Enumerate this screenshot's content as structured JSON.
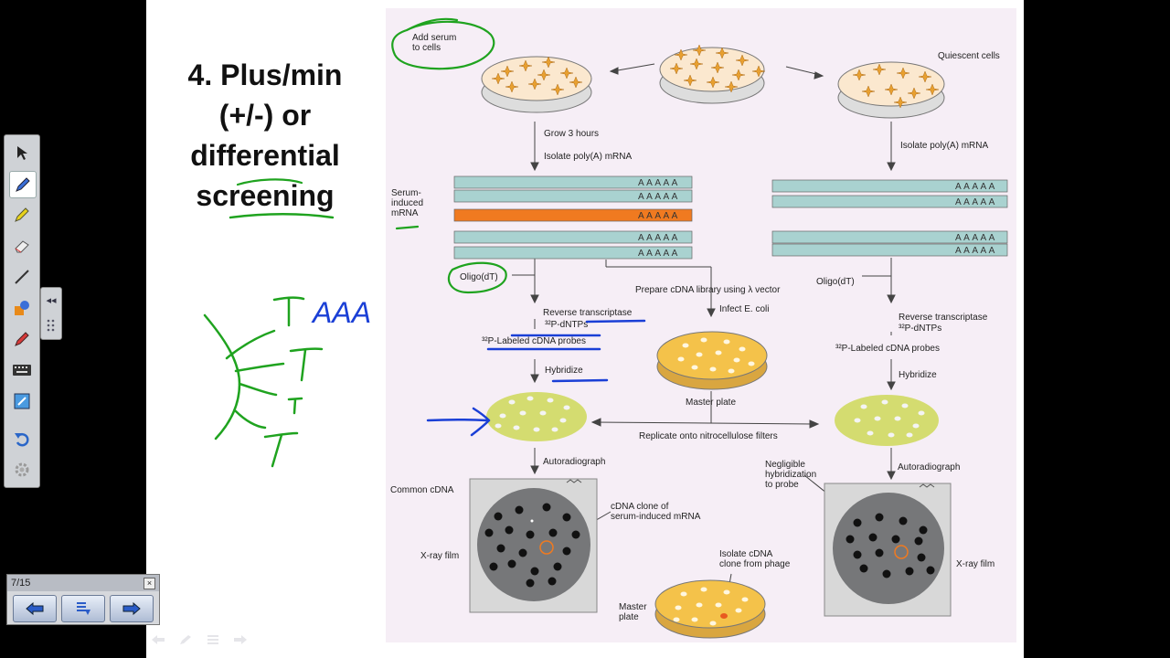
{
  "slide": {
    "heading_lines": [
      "4. Plus/min",
      "(+/-) or",
      "differential",
      "screening"
    ]
  },
  "figure": {
    "add_serum": "Add serum\nto cells",
    "quiescent_cells": "Quiescent cells",
    "grow": "Grow 3 hours",
    "isolate_left": "Isolate poly(A) mRNA",
    "isolate_right": "Isolate poly(A) mRNA",
    "serum_induced": "Serum-\ninduced\nmRNA",
    "polya": "AAAAA",
    "oligo_left": "Oligo(dT)",
    "oligo_right": "Oligo(dT)",
    "prepare_library": "Prepare cDNA library using λ vector",
    "infect": "Infect E. coli",
    "rt_left": "Reverse transcriptase",
    "dntps_left": "³²P-dNTPs",
    "probes_left": "³²P-Labeled cDNA probes",
    "rt_right": "Reverse transcriptase",
    "dntps_right": "³²P-dNTPs",
    "probes_right": "³²P-Labeled cDNA probes",
    "hybridize_left": "Hybridize",
    "hybridize_right": "Hybridize",
    "master_plate": "Master plate",
    "replicate": "Replicate onto nitrocellulose filters",
    "autorad_left": "Autoradiograph",
    "autorad_right": "Autoradiograph",
    "negligible": "Negligible\nhybridization\nto probe",
    "common_cdna": "Common cDNA",
    "cdna_clone": "cDNA clone of\nserum-induced mRNA",
    "xray_left": "X-ray film",
    "xray_right": "X-ray film",
    "isolate_clone": "Isolate cDNA\nclone from phage",
    "master_plate_bottom": "Master\nplate"
  },
  "annotations": {
    "handwritten_polya": "AAA"
  },
  "colors": {
    "ink_green": "#1fa31f",
    "ink_blue": "#1a3fd6",
    "strip": "#a9d2d0",
    "strip_highlight": "#f07a20",
    "dish_yellow": "#f4c24a",
    "filter_green": "#d4dc70",
    "film_gray": "#767779"
  },
  "toolbar": {
    "tools": [
      "select-arrow-icon",
      "pen-icon",
      "highlighter-icon",
      "eraser-icon",
      "line-icon",
      "shapes-icon",
      "magic-pen-icon",
      "keyboard-icon",
      "notes-icon",
      "undo-icon",
      "settings-icon"
    ]
  },
  "pager": {
    "page": "7/15",
    "close": "×"
  }
}
